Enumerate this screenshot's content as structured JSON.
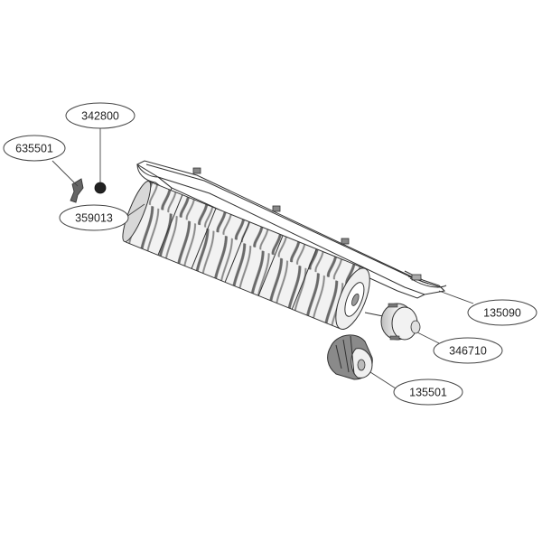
{
  "callouts": [
    {
      "id": "c-342800",
      "label": "342800"
    },
    {
      "id": "c-635501",
      "label": "635501"
    },
    {
      "id": "c-359013",
      "label": "359013"
    },
    {
      "id": "c-135090",
      "label": "135090"
    },
    {
      "id": "c-346710",
      "label": "346710"
    },
    {
      "id": "c-135501",
      "label": "135501"
    }
  ],
  "colors": {
    "line": "#333333",
    "part_fill": "#e9e9e9",
    "part_dark": "#555555",
    "blade_dark": "#6a6a6a"
  }
}
